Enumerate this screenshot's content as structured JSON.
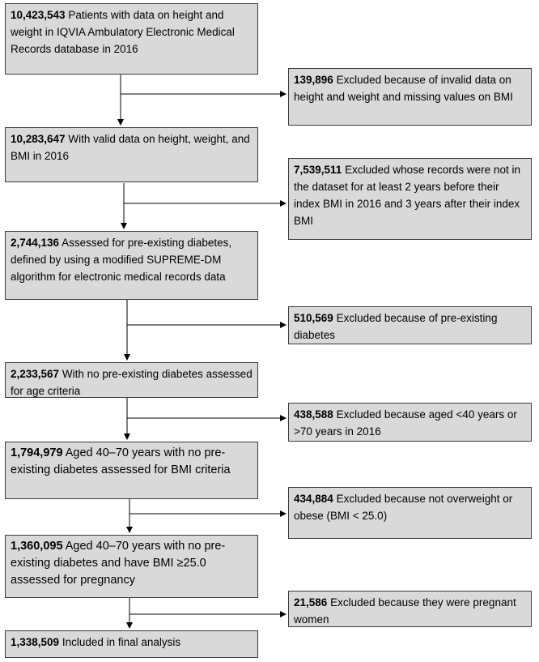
{
  "main_boxes": [
    {
      "count": "10,423,543",
      "text": "Patients with data on height and weight in IQVIA Ambulatory Electronic Medical Records database in 2016"
    },
    {
      "count": "10,283,647",
      "text": "With valid data on height, weight, and BMI in 2016"
    },
    {
      "count": "2,744,136",
      "text": "Assessed for pre-existing diabetes, defined by using a modified SUPREME-DM algorithm for electronic medical records data"
    },
    {
      "count": "2,233,567",
      "text": "With no pre-existing diabetes assessed for age criteria"
    },
    {
      "count": "1,794,979",
      "text": "Aged 40–70 years with no pre-existing diabetes assessed for BMI criteria"
    },
    {
      "count": "1,360,095",
      "text": "Aged 40–70 years with no pre-existing diabetes and have BMI ≥25.0 assessed for pregnancy"
    },
    {
      "count": "1,338,509",
      "text": "Included in final analysis"
    }
  ],
  "exclusion_boxes": [
    {
      "count": "139,896",
      "text": "Excluded because of invalid data on height and weight and missing values on BMI"
    },
    {
      "count": "7,539,511",
      "text": "Excluded whose records were not in the dataset for at least 2 years before their index BMI in 2016 and 3 years after their index BMI"
    },
    {
      "count": "510,569",
      "text": "Excluded because of pre-existing diabetes"
    },
    {
      "count": "438,588",
      "text": "Excluded because aged <40 years or >70 years in 2016"
    },
    {
      "count": "434,884",
      "text": "Excluded because not overweight or obese (BMI < 25.0)"
    },
    {
      "count": "21,586",
      "text": "Excluded because they were pregnant women"
    }
  ]
}
